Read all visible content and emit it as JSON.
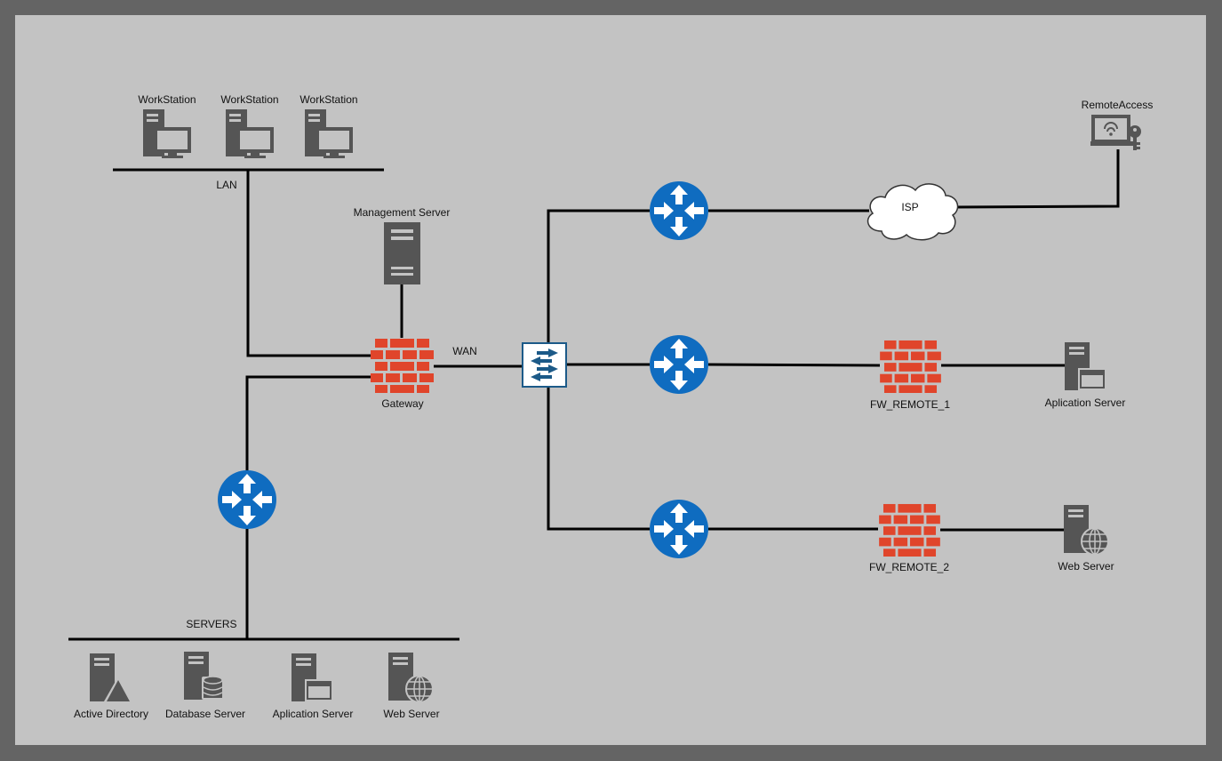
{
  "labels": {
    "workstation_1": "WorkStation",
    "workstation_2": "WorkStation",
    "workstation_3": "WorkStation",
    "lan": "LAN",
    "management_server": "Management Server",
    "gateway": "Gateway",
    "wan": "WAN",
    "servers": "SERVERS",
    "active_directory": "Active Directory",
    "database_server": "Database Server",
    "aplication_server_local": "Aplication Server",
    "web_server_local": "Web Server",
    "isp": "ISP",
    "remote_access": "RemoteAccess",
    "fw_remote_1": "FW_REMOTE_1",
    "fw_remote_2": "FW_REMOTE_2",
    "aplication_server_remote": "Aplication Server",
    "web_server_remote": "Web Server"
  },
  "colors": {
    "canvas": "#c3c3c3",
    "frame": "#646464",
    "firewall": "#e0452b",
    "router": "#0f6cc0",
    "router_arrows": "#ffffff",
    "device": "#555555",
    "line": "#000000"
  },
  "icons": {
    "workstation": "workstation-icon",
    "server": "server-icon",
    "firewall": "firewall-icon",
    "router": "router-icon",
    "switch": "switch-icon",
    "cloud": "cloud-icon",
    "laptop": "remote-access-laptop-icon"
  }
}
